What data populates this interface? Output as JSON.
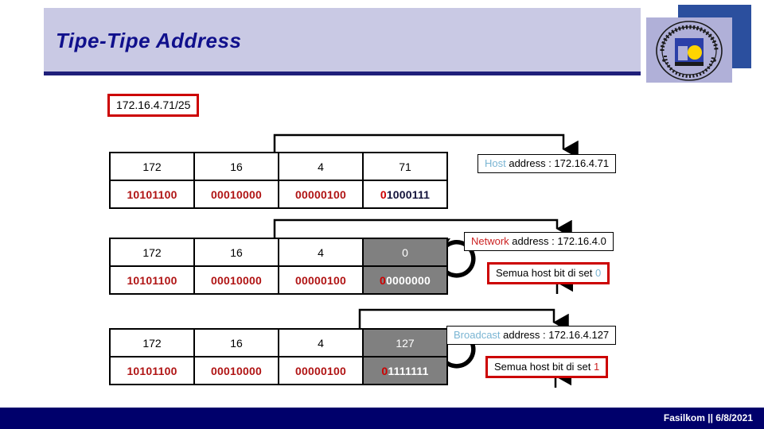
{
  "slide": {
    "title": "Tipe-Tipe Address",
    "ip_label": "172.16.4.71/25",
    "footer": "Fasilkom || 6/8/2021",
    "logo_name": "universitas-dian-nuswantoro-semarang-seal"
  },
  "colors": {
    "header_band": "#c9c9e4",
    "header_rule": "#1f1f7a",
    "title_text": "#10108c",
    "footer_band": "#00006b",
    "red_border": "#cc0000",
    "binary_red": "#b01414",
    "host_cell_gray": "#808080",
    "keyword_blue": "#7ab5d3",
    "keyword_red": "#cc2222"
  },
  "tables": [
    {
      "name": "host-address-table",
      "decimal": [
        "172",
        "16",
        "4",
        "71"
      ],
      "binary": [
        "10101100",
        "00010000",
        "00000100",
        "01000111"
      ],
      "last_octet_gray": false,
      "last_octet_first_bit": "0",
      "last_octet_rest": "1000111"
    },
    {
      "name": "network-address-table",
      "decimal": [
        "172",
        "16",
        "4",
        "0"
      ],
      "binary": [
        "10101100",
        "00010000",
        "00000100",
        "00000000"
      ],
      "last_octet_gray": true,
      "last_octet_first_bit": "0",
      "last_octet_rest": "0000000"
    },
    {
      "name": "broadcast-address-table",
      "decimal": [
        "172",
        "16",
        "4",
        "127"
      ],
      "binary": [
        "10101100",
        "00010000",
        "00000100",
        "01111111"
      ],
      "last_octet_gray": true,
      "last_octet_first_bit": "0",
      "last_octet_rest": "1111111"
    }
  ],
  "callouts": {
    "host": {
      "keyword": "Host",
      "text": " address : 172.16.4.71"
    },
    "network": {
      "keyword": "Network",
      "text": " address : 172.16.4.0"
    },
    "broadcast": {
      "keyword": "Broadcast",
      "text": " address : 172.16.4.127"
    },
    "semua_0": {
      "text": "Semua host bit di set ",
      "value": "0"
    },
    "semua_1": {
      "text": "Semua host bit di set ",
      "value": "1"
    }
  }
}
